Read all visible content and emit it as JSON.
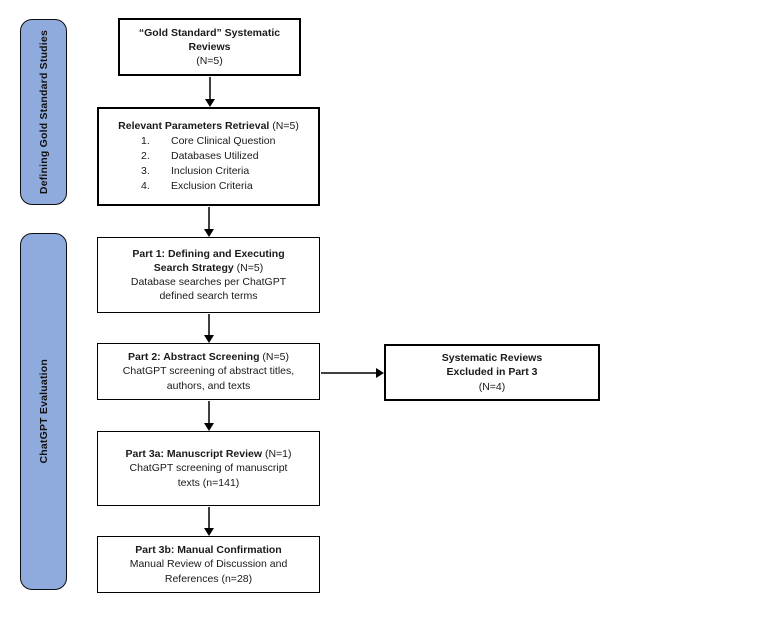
{
  "sidebar": {
    "defining_label": "Defining Gold Standard Studies",
    "chatgpt_label": "ChatGPT Evaluation"
  },
  "flow": {
    "gold_standard": {
      "title_line1": "“Gold Standard” Systematic",
      "title_line2": "Reviews",
      "count": "(N=5)"
    },
    "parameters": {
      "title": "Relevant Parameters Retrieval",
      "count": "(N=5)",
      "items": [
        {
          "num": "1.",
          "text": "Core Clinical Question"
        },
        {
          "num": "2.",
          "text": "Databases Utilized"
        },
        {
          "num": "3.",
          "text": "Inclusion Criteria"
        },
        {
          "num": "4.",
          "text": "Exclusion Criteria"
        }
      ]
    },
    "part1": {
      "title_line1": "Part 1: Defining and Executing",
      "title_line2": "Search Strategy",
      "count": "(N=5)",
      "body_line1": "Database searches per ChatGPT",
      "body_line2": "defined search terms"
    },
    "part2": {
      "title": "Part 2: Abstract Screening",
      "count": "(N=5)",
      "body_line1": "ChatGPT screening of abstract titles,",
      "body_line2": "authors, and texts"
    },
    "part3a": {
      "title": "Part 3a: Manuscript Review",
      "count": "(N=1)",
      "body_line1": "ChatGPT screening of manuscript",
      "body_line2": "texts (n=141)"
    },
    "part3b": {
      "title": "Part 3b: Manual Confirmation",
      "body_line1": "Manual Review of Discussion and",
      "body_line2": "References (n=28)"
    },
    "excluded": {
      "title_line1": "Systematic Reviews",
      "title_line2": "Excluded in Part 3",
      "count": "(N=4)"
    }
  },
  "colors": {
    "sidebar_fill": "#8FAADC",
    "box_border": "#000000",
    "arrow_line": "#404040",
    "arrow_head": "#000000",
    "background": "#FFFFFF"
  }
}
